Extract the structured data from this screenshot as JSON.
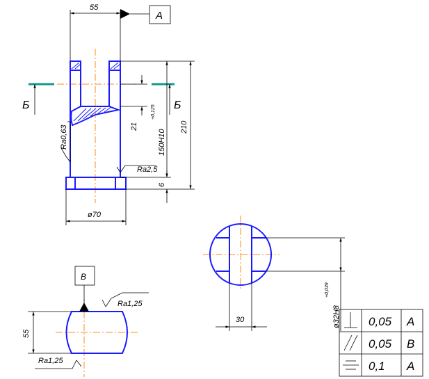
{
  "datums": {
    "a": "A",
    "b": "Б",
    "v": "В"
  },
  "dimensions": {
    "top_width": "55",
    "inner_depth": "21",
    "inner_tol": "+0,125",
    "slot_height": "150H10",
    "total_height": "210",
    "flange_thk": "6",
    "base_dia": "ø70",
    "flat_width": "30",
    "circle_dia": "ø32H8",
    "circle_tol": "+0,039",
    "side_height": "55"
  },
  "roughness": {
    "inner": "Ra0,63",
    "flange": "Ra2,5",
    "side_top": "Ra1,25",
    "side_bottom": "Ra1,25"
  },
  "tolerance_table": [
    {
      "symbol": "perpendicularity",
      "value": "0,05",
      "datum": "А"
    },
    {
      "symbol": "parallelism",
      "value": "0,05",
      "datum": "В"
    },
    {
      "symbol": "symmetry",
      "value": "0,1",
      "datum": "А"
    }
  ],
  "colors": {
    "contour": "#1a1aff",
    "axis": "#ff8c1a",
    "section": "#159a8c"
  }
}
